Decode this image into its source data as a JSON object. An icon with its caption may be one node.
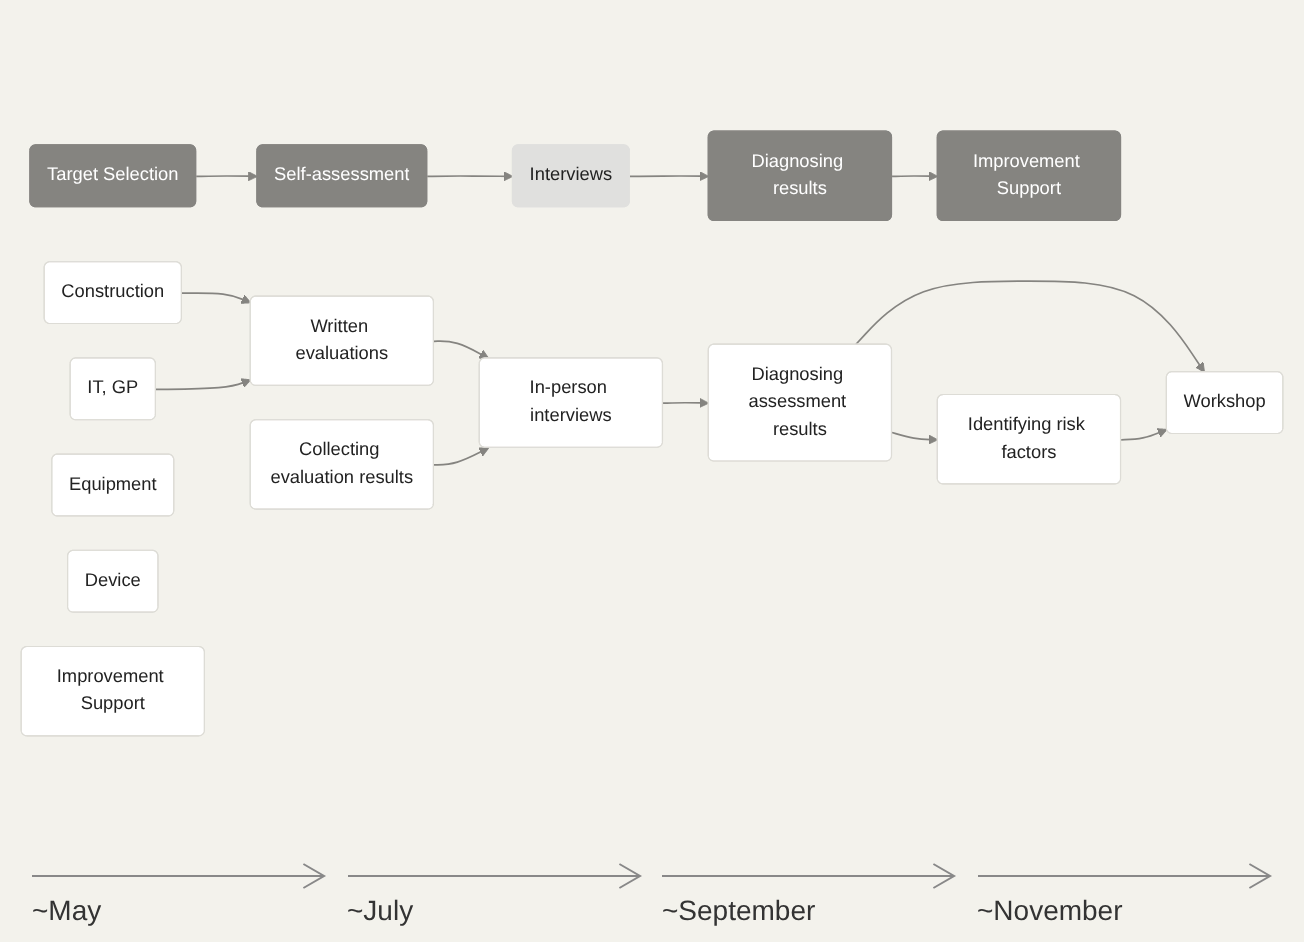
{
  "diagram": {
    "nodes": [
      {
        "text": [
          "Target Selection"
        ]
      },
      {
        "text": [
          "Self-assessment"
        ]
      },
      {
        "text": [
          "Interviews"
        ]
      },
      {
        "text": [
          "Diagnosing results"
        ]
      },
      {
        "text": [
          "Improvement Support"
        ]
      },
      {
        "text": [
          "Construction"
        ]
      },
      {
        "text": [
          "Written evaluations"
        ]
      },
      {
        "text": [
          "In-person interviews"
        ]
      },
      {
        "text": [
          "Diagnosing assessment results"
        ]
      },
      {
        "text": [
          "Workshop"
        ]
      },
      {
        "text": [
          "Equipment"
        ]
      },
      {
        "text": [
          "Device"
        ]
      },
      {
        "text": [
          "IT, GP"
        ]
      },
      {
        "text": [
          "Collecting evaluation results"
        ]
      },
      {
        "text": [
          "Identifying risk factors"
        ]
      },
      {
        "text": [
          "Improvement Support"
        ]
      }
    ],
    "edges": [
      {
        "from": 0,
        "to": 1,
        "arrow": "to"
      },
      {
        "from": 1,
        "to": 2,
        "arrow": "to"
      },
      {
        "from": 2,
        "to": 3,
        "arrow": "to"
      },
      {
        "from": 3,
        "to": 4,
        "arrow": "to"
      },
      {
        "from": 5,
        "to": 6,
        "arrow": "to"
      },
      {
        "from": 6,
        "to": 7,
        "arrow": "to"
      },
      {
        "from": 7,
        "to": 8,
        "arrow": "to"
      },
      {
        "from": 8,
        "to": 9,
        "arrow": "to"
      },
      {
        "from": 12,
        "to": 6,
        "arrow": "to"
      },
      {
        "from": 13,
        "to": 7,
        "arrow": "to"
      },
      {
        "from": 8,
        "to": 14,
        "arrow": "to"
      },
      {
        "from": 14,
        "to": 9,
        "arrow": "to"
      }
    ],
    "labels": [
      "~May",
      "~July",
      "~September",
      "~November"
    ]
  }
}
